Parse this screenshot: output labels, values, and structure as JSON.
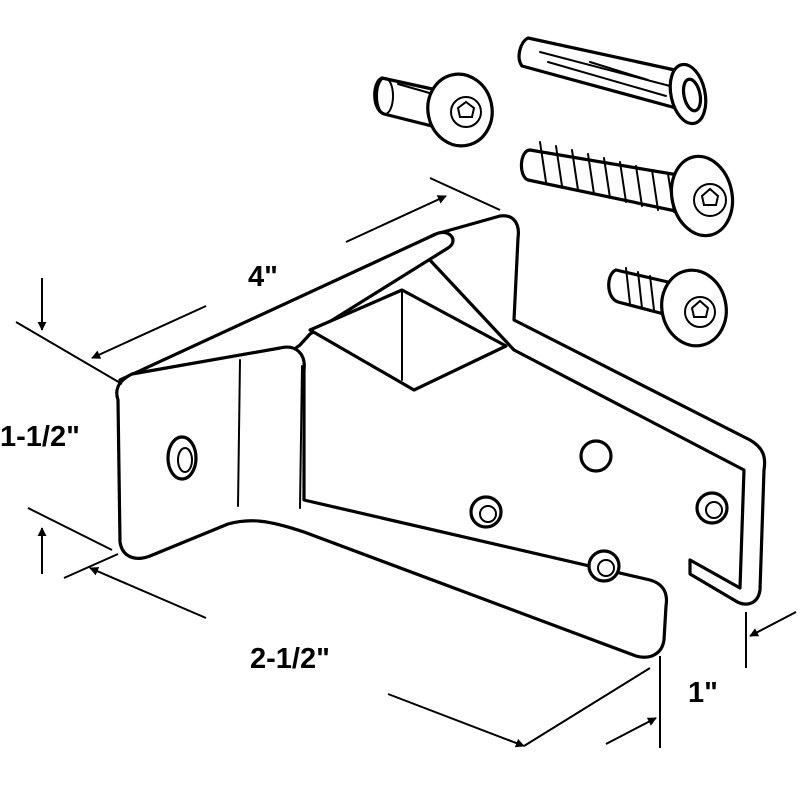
{
  "dimensions": {
    "length": "4\"",
    "height": "1-1/2\"",
    "depth": "2-1/2\"",
    "gap": "1\""
  },
  "parts": {
    "bracket": "bracket",
    "anchor": "wall-anchor",
    "long_screw": "wood-screw",
    "barrel_nut": "barrel-nut",
    "short_screw": "machine-screw"
  }
}
